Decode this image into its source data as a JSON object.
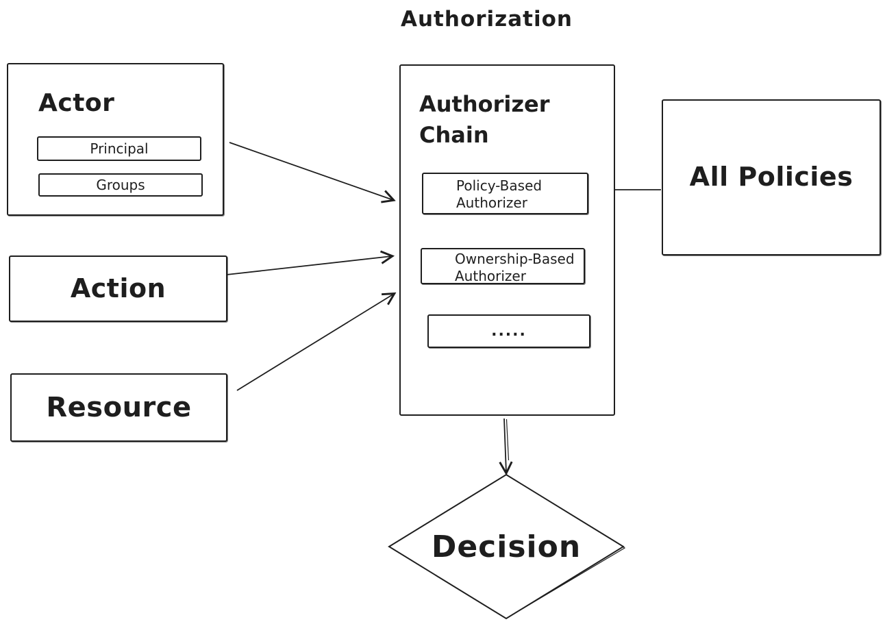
{
  "title": "Authorization",
  "colors": {
    "stroke": "#1e1e1e",
    "background": "#ffffff"
  },
  "nodes": {
    "actor": {
      "label": "Actor"
    },
    "principal": {
      "label": "Principal"
    },
    "groups": {
      "label": "Groups"
    },
    "action": {
      "label": "Action"
    },
    "resource": {
      "label": "Resource"
    },
    "authorizer_chain": {
      "label": "Authorizer Chain"
    },
    "policy_based": {
      "label": "Policy-Based Authorizer"
    },
    "ownership_based": {
      "label": "Ownership-Based Authorizer"
    },
    "more_authorizers": {
      "label": "....."
    },
    "all_policies": {
      "label": "All Policies"
    },
    "decision": {
      "label": "Decision"
    }
  },
  "edges": [
    {
      "from": "actor",
      "to": "authorizer_chain"
    },
    {
      "from": "action",
      "to": "authorizer_chain"
    },
    {
      "from": "resource",
      "to": "authorizer_chain"
    },
    {
      "from": "all_policies",
      "to": "policy_based"
    },
    {
      "from": "policy_based",
      "to": "ownership_based"
    },
    {
      "from": "ownership_based",
      "to": "more_authorizers"
    },
    {
      "from": "more_authorizers",
      "to": "chain_exit"
    },
    {
      "from": "authorizer_chain",
      "to": "decision"
    }
  ]
}
